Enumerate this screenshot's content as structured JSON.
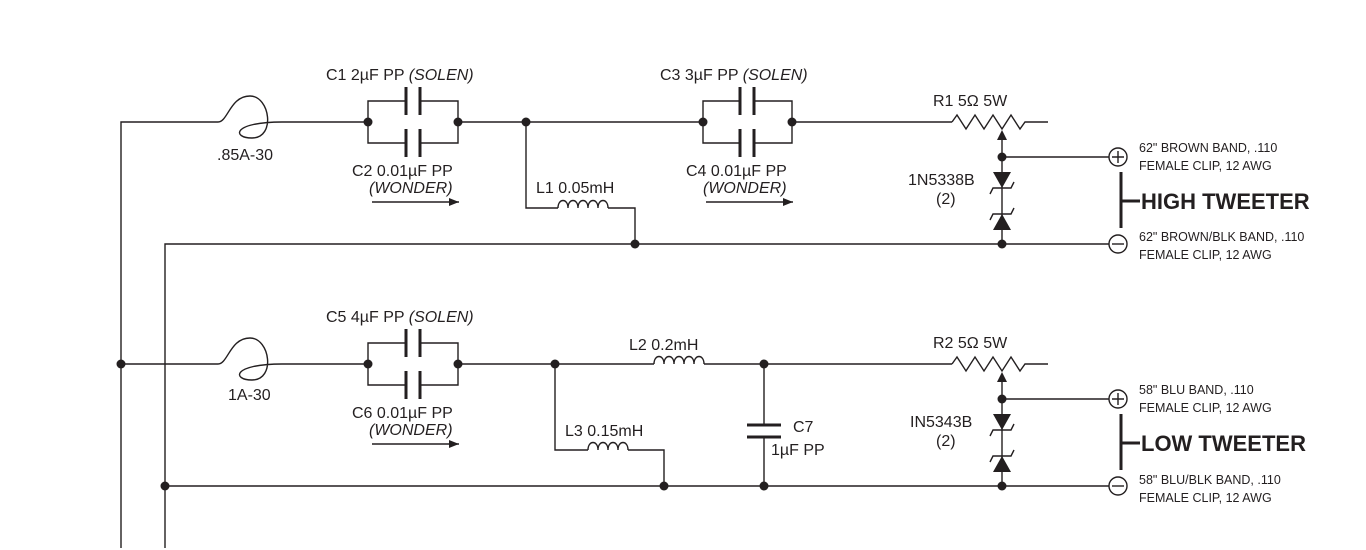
{
  "diagram": {
    "high": {
      "fuse": ".85A-30",
      "c1_name": "C1 2µF PP ",
      "c1_brand": "(SOLEN)",
      "c2_name": "C2 0.01µF PP",
      "c2_brand": "(WONDER)",
      "l1": "L1 0.05mH",
      "c3_name": "C3 3µF PP ",
      "c3_brand": "(SOLEN)",
      "c4_name": "C4 0.01µF PP",
      "c4_brand": "(WONDER)",
      "r1": "R1 5Ω 5W",
      "zener": "1N5338B",
      "zener_qty": "(2)",
      "plus_wire_1": "62\" BROWN BAND, .110",
      "plus_wire_2": "FEMALE CLIP, 12 AWG",
      "minus_wire_1": "62\" BROWN/BLK BAND, .110",
      "minus_wire_2": "FEMALE CLIP, 12 AWG",
      "driver": "HIGH TWEETER"
    },
    "low": {
      "fuse": "1A-30",
      "c5_name": "C5 4µF PP ",
      "c5_brand": "(SOLEN)",
      "c6_name": "C6 0.01µF PP",
      "c6_brand": "(WONDER)",
      "l2": "L2 0.2mH",
      "l3": "L3 0.15mH",
      "c7_name": "C7",
      "c7_value": "1µF PP",
      "r2": "R2 5Ω 5W",
      "zener": "IN5343B",
      "zener_qty": "(2)",
      "plus_wire_1": "58\" BLU BAND, .110",
      "plus_wire_2": "FEMALE CLIP, 12 AWG",
      "minus_wire_1": "58\" BLU/BLK BAND, .110",
      "minus_wire_2": "FEMALE CLIP, 12 AWG",
      "driver": "LOW TWEETER"
    },
    "terminal_plus": "+",
    "terminal_minus": "−"
  }
}
